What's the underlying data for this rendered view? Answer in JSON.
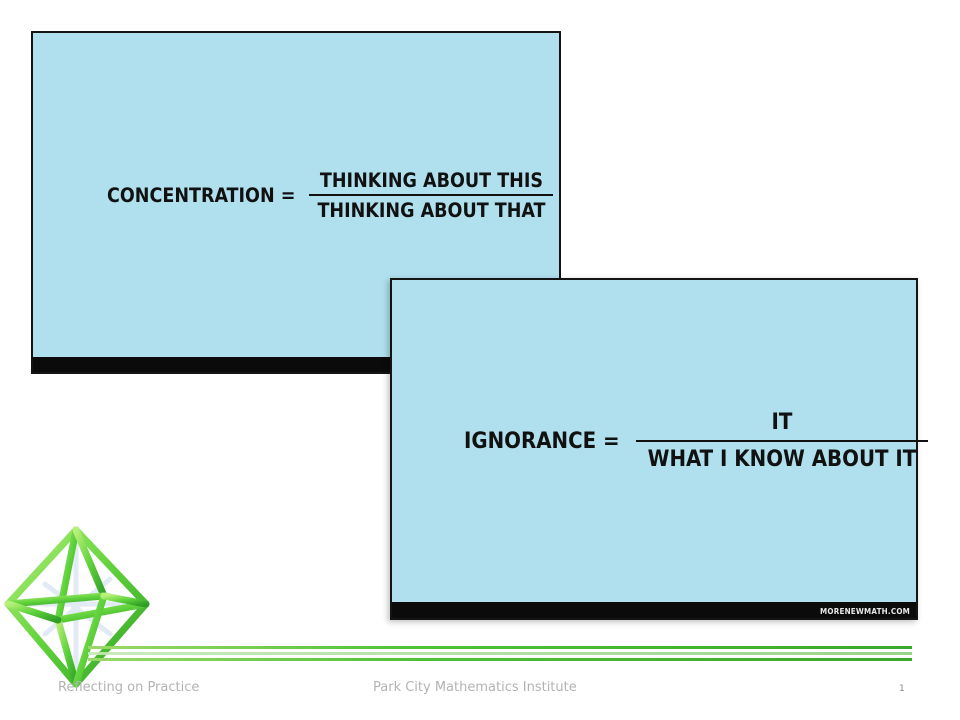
{
  "cards": [
    {
      "equation": {
        "lhs": "CONCENTRATION =",
        "numerator": "THINKING ABOUT THIS",
        "denominator": "THINKING ABOUT THAT"
      }
    },
    {
      "equation": {
        "lhs": "IGNORANCE =",
        "numerator": "IT",
        "denominator": "WHAT I KNOW ABOUT IT"
      },
      "credit": "MORENEWMATH.COM"
    }
  ],
  "footer": {
    "left_text": "Reflecting on Practice",
    "center_text": "Park City Mathematics Institute",
    "page_number": "1"
  },
  "logo": {
    "icon": "octahedron-logo-icon"
  },
  "colors": {
    "card_bg": "#b0e0ee",
    "card_strip": "#0b0b0b",
    "accent_green": "#4fc234"
  }
}
